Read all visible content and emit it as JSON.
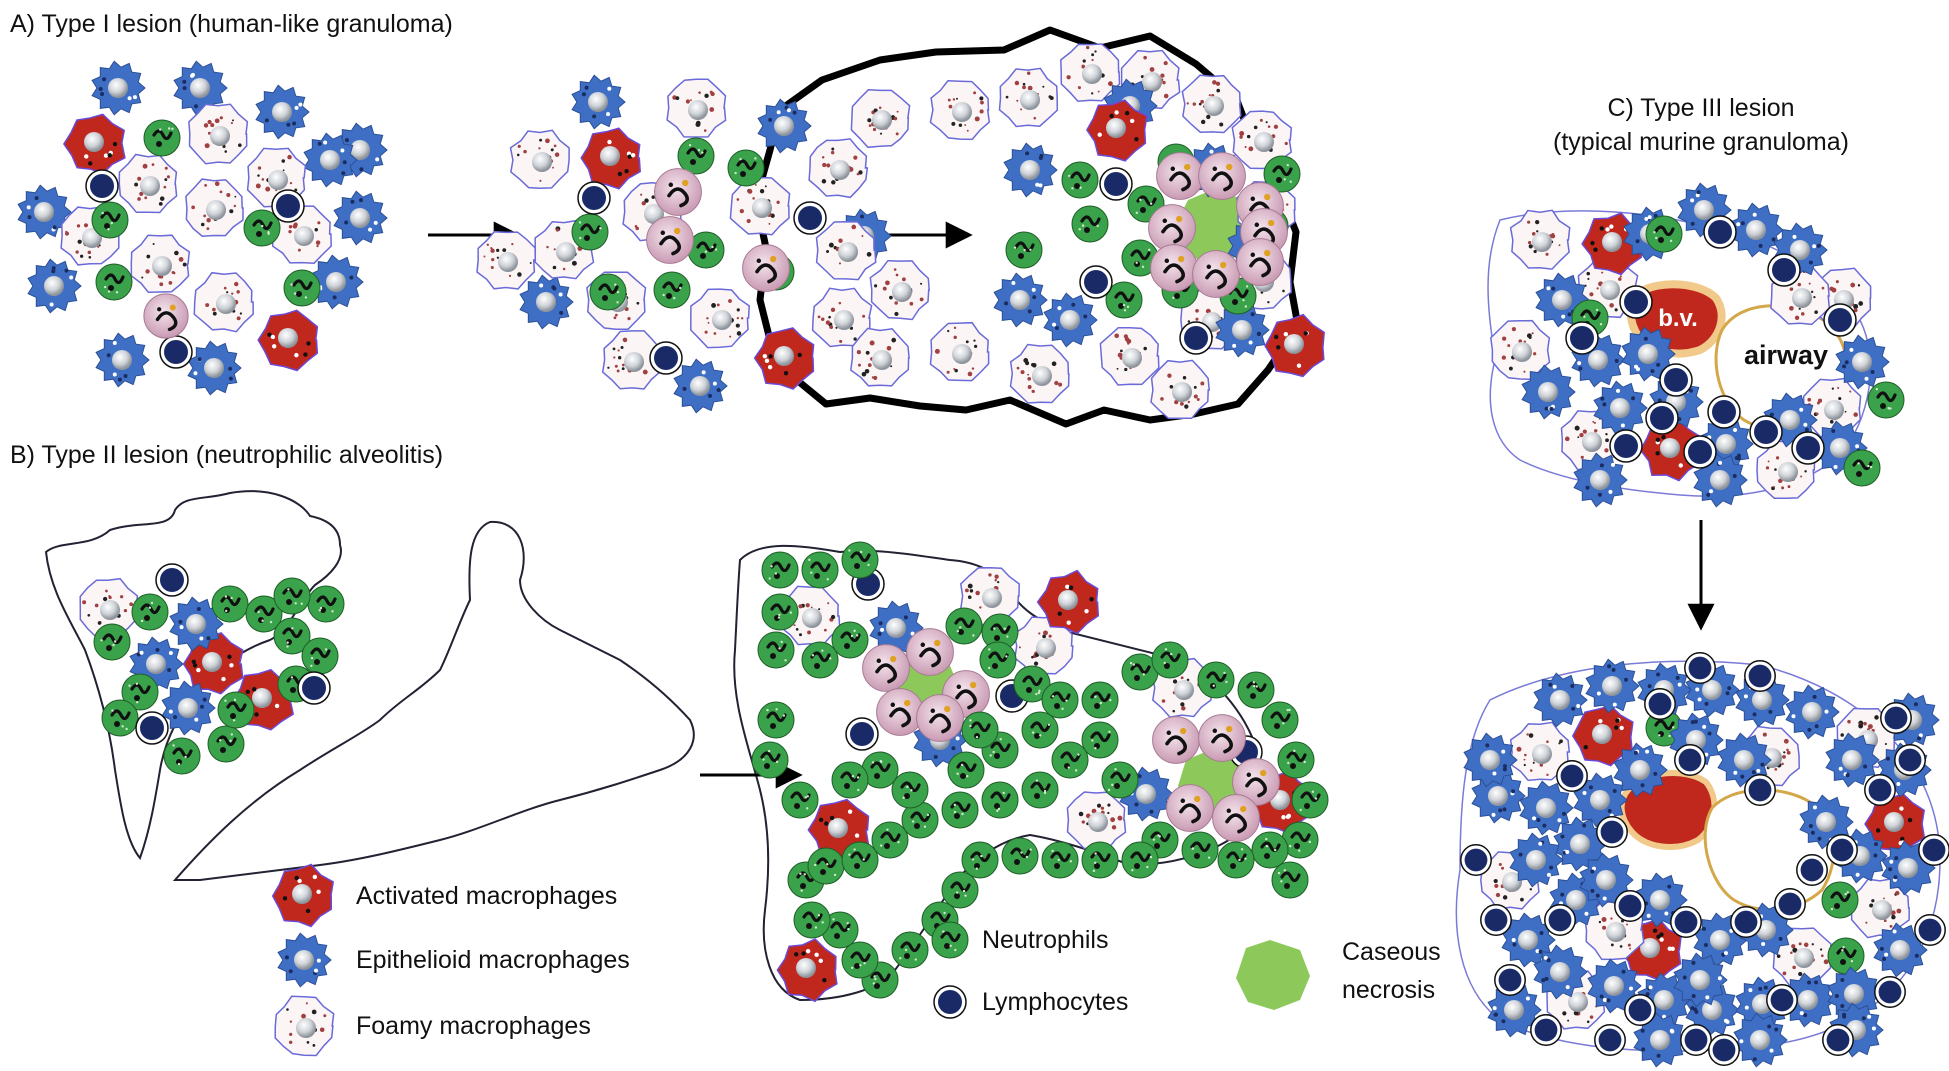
{
  "panels": {
    "a_title": "A) Type I lesion (human-like granuloma)",
    "b_title": "B) Type II lesion (neutrophilic alveolitis)",
    "c_title_line1": "C) Type III lesion",
    "c_title_line2": "(typical murine granuloma)"
  },
  "labels": {
    "bv": "b.v.",
    "airway": "airway"
  },
  "legend": {
    "activated": "Activated macrophages",
    "epithelioid": "Epithelioid macrophages",
    "foamy": "Foamy macrophages",
    "neutrophils": "Neutrophils",
    "lymphocytes": "Lymphocytes",
    "caseous_line1": "Caseous",
    "caseous_line2": "necrosis"
  },
  "colors": {
    "activated": "#c0271d",
    "epithelioid": "#3f6fc4",
    "foamy_fill": "#fbf5f5",
    "foamy_border": "#6a6ad8",
    "neutrophil": "#3aa24a",
    "lymphocyte": "#1a2a66",
    "necrosis": "#8cc95a",
    "multinucleated": "#d9b8c8",
    "bv_ring": "#f1c98a"
  }
}
